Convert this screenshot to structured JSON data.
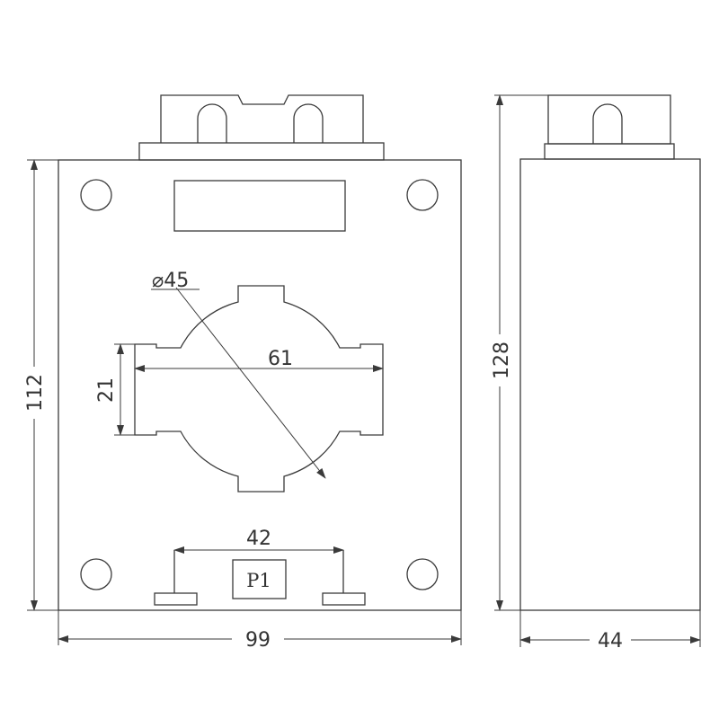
{
  "front_view": {
    "width_dim": "99",
    "height_dim": "112",
    "hole_diameter_dim": "⌀45",
    "slot_width_dim": "61",
    "slot_height_dim": "21",
    "terminal_spacing_dim": "42",
    "terminal_label": "P1"
  },
  "side_view": {
    "height_dim": "128",
    "depth_dim": "44"
  },
  "colors": {
    "line": "#3a3a3a",
    "text": "#333333",
    "background": "#ffffff"
  }
}
